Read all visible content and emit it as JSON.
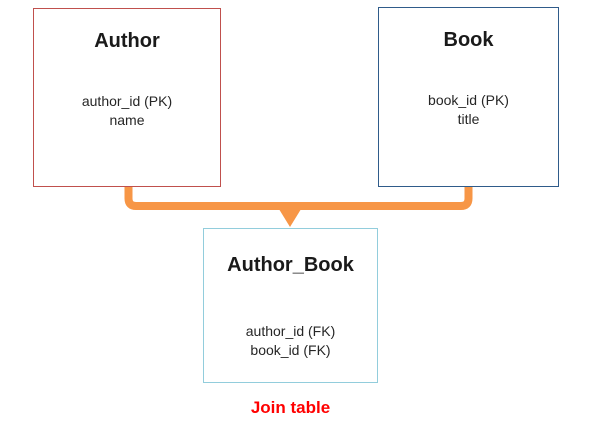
{
  "diagram": {
    "entities": [
      {
        "id": "author",
        "name": "Author",
        "fields": [
          "author_id (PK)",
          "name"
        ],
        "border_color": "#c0504d"
      },
      {
        "id": "book",
        "name": "Book",
        "fields": [
          "book_id (PK)",
          "title"
        ],
        "border_color": "#2f5b8a"
      },
      {
        "id": "author_book",
        "name": "Author_Book",
        "fields": [
          "author_id (FK)",
          "book_id (FK)"
        ],
        "border_color": "#92cddc"
      }
    ],
    "connector": {
      "from": [
        "Author",
        "Book"
      ],
      "to": "Author_Book",
      "shape": "bracket-merge-down-arrow",
      "color": "#f79646"
    },
    "caption": {
      "text": "Join table",
      "color": "#ff0000"
    },
    "colors": {
      "background": "#ffffff",
      "text": "#1a1a1a",
      "author_border": "#c0504d",
      "book_border": "#2f5b8a",
      "join_border": "#92cddc",
      "connector": "#f79646",
      "caption": "#ff0000"
    }
  }
}
